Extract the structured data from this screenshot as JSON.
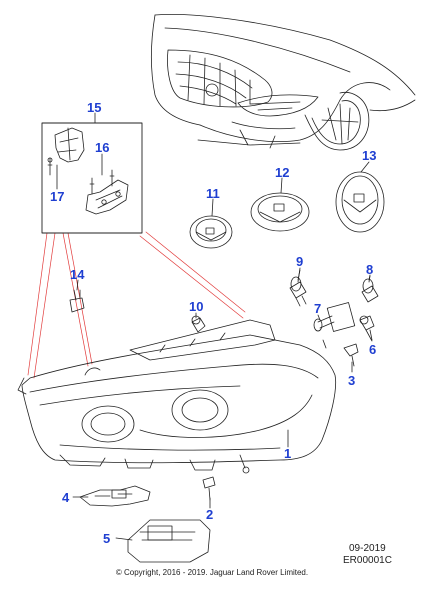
{
  "callouts": {
    "c1": "1",
    "c2": "2",
    "c3": "3",
    "c4": "4",
    "c5": "5",
    "c6": "6",
    "c7": "7",
    "c8": "8",
    "c9": "9",
    "c10": "10",
    "c11": "11",
    "c12": "12",
    "c13": "13",
    "c14": "14",
    "c15": "15",
    "c16": "16",
    "c17": "17"
  },
  "footer": {
    "date": "09-2019",
    "code": "ER00001C",
    "copyright": "© Copyright, 2016 - 2019. Jaguar Land Rover Limited."
  },
  "colors": {
    "callout": "#1f3fd1",
    "leader": "#e23b3b",
    "line": "#222222"
  }
}
